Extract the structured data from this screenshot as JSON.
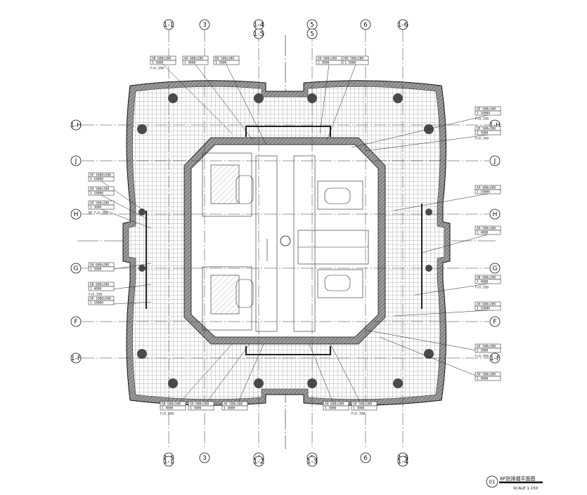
{
  "title_block": {
    "number": "01",
    "title": "8F防排烟平面图",
    "scale": "SCALE 1:150"
  },
  "axes": {
    "top": [
      "1-1",
      "3",
      "1-4",
      "1-5",
      "5",
      "6",
      "1-6"
    ],
    "bottom": [
      "1-1",
      "3",
      "4",
      "5",
      "6",
      "1-6"
    ],
    "bottom_sub": [
      "1-1",
      "1-2",
      "1-3",
      "1-4"
    ],
    "left": [
      "1-H",
      "J",
      "H",
      "G",
      "F",
      "1-F"
    ],
    "right": [
      "1-H",
      "J",
      "H",
      "G",
      "F",
      "1-F"
    ]
  },
  "tags": [
    {
      "id": "tag-tl-1",
      "rows": [
        "GB 600x200",
        "1 3000"
      ],
      "note": "F+5.350"
    },
    {
      "id": "tag-tl-2",
      "rows": [
        "AH 600x200",
        "1 4000"
      ],
      "note": ""
    },
    {
      "id": "tag-tl-3",
      "rows": [
        "BH 500x200",
        "1 3000"
      ],
      "note": ""
    },
    {
      "id": "tag-tr-1",
      "rows": [
        "AH 600x200",
        "1 3000"
      ],
      "note": ""
    },
    {
      "id": "tag-tr-2",
      "rows": [
        "BH 500x200",
        "1 3000"
      ],
      "note": ""
    },
    {
      "id": "tag-r-1",
      "rows": [
        "GP 500x200",
        "1 10000"
      ],
      "note": "F+5.350"
    },
    {
      "id": "tag-r-2",
      "rows": [
        "GP 500x200",
        "1 3000"
      ],
      "note": "F+5.350"
    },
    {
      "id": "tag-r-3",
      "rows": [
        "AH 600x200",
        "1 10000"
      ],
      "note": ""
    },
    {
      "id": "tag-r-4",
      "rows": [
        "AH 500x200",
        "1 4000"
      ],
      "note": ""
    },
    {
      "id": "tag-r-5",
      "rows": [
        "GB 600x200",
        "1 4000"
      ],
      "note": "F+5.350"
    },
    {
      "id": "tag-r-6",
      "rows": [
        "AH 600x200",
        "1 10000"
      ],
      "note": ""
    },
    {
      "id": "tag-r-7",
      "rows": [
        "GP 500x200",
        "1 3000"
      ],
      "note": "F+5.350"
    },
    {
      "id": "tag-r-8",
      "rows": [
        "AH 500x200",
        "1 4000"
      ],
      "note": ""
    },
    {
      "id": "tag-l-1",
      "rows": [
        "GP 1000x500",
        "1 10000"
      ],
      "note": ""
    },
    {
      "id": "tag-l-2",
      "rows": [
        "AH 500x200",
        "1 10000"
      ],
      "note": ""
    },
    {
      "id": "tag-l-3",
      "rows": [
        "GP 500x200",
        "1 3000"
      ],
      "note": "BF F+5.350"
    },
    {
      "id": "tag-l-4",
      "rows": [
        "AH 600x200",
        "1 3000"
      ],
      "note": ""
    },
    {
      "id": "tag-l-5",
      "rows": [
        "GB 600x200",
        "1 4000"
      ],
      "note": "F+5.350"
    },
    {
      "id": "tag-l-6",
      "rows": [
        "GP 1000x500",
        "1 10000"
      ],
      "note": ""
    },
    {
      "id": "tag-b-1",
      "rows": [
        "GB 600x200",
        "1 4000"
      ],
      "note": "F+5.350"
    },
    {
      "id": "tag-b-2",
      "rows": [
        "AH 600x200",
        "1 3000"
      ],
      "note": ""
    },
    {
      "id": "tag-b-3",
      "rows": [
        "AH 500x200",
        "1 4000"
      ],
      "note": ""
    },
    {
      "id": "tag-b-4",
      "rows": [
        "AH 600x200",
        "1 3000"
      ],
      "note": ""
    },
    {
      "id": "tag-b-5",
      "rows": [
        "GP 500x200",
        "1 3000"
      ],
      "note": "F+5.350"
    }
  ],
  "colors": {
    "ink": "#111111",
    "grid": "#555555",
    "hatch": "#666666",
    "column": "#4a4a4a",
    "duct": "#222222"
  }
}
